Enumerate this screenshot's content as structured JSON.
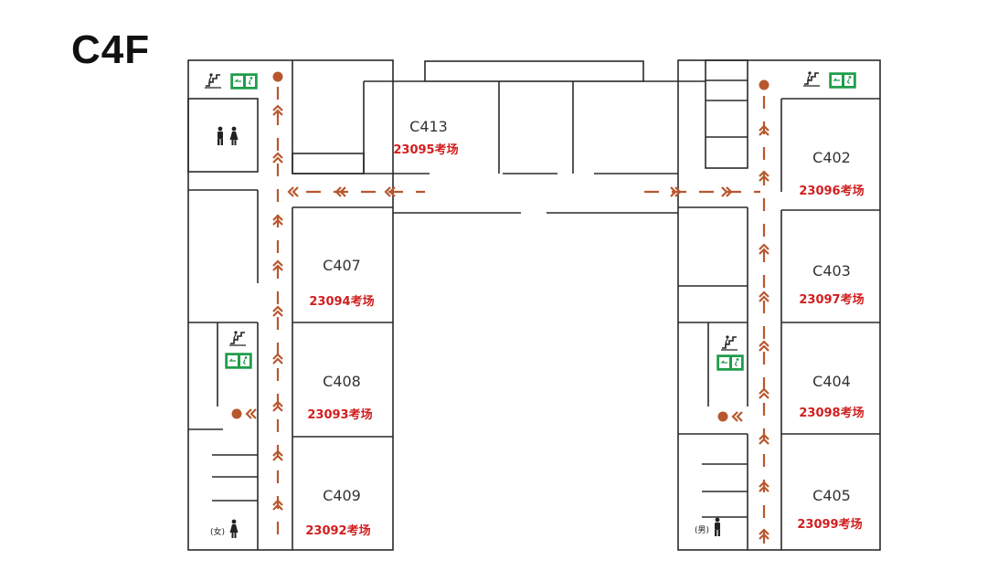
{
  "floor": {
    "title": "C4F"
  },
  "rooms": [
    {
      "id": "c413",
      "name": "C413",
      "label": "23095考场"
    },
    {
      "id": "c402",
      "name": "C402",
      "label": "23096考场"
    },
    {
      "id": "c407",
      "name": "C407",
      "label": "23094考场"
    },
    {
      "id": "c403",
      "name": "C403",
      "label": "23097考场"
    },
    {
      "id": "c408",
      "name": "C408",
      "label": "23093考场"
    },
    {
      "id": "c404",
      "name": "C404",
      "label": "23098考场"
    },
    {
      "id": "c409",
      "name": "C409",
      "label": "23092考场"
    },
    {
      "id": "c405",
      "name": "C405",
      "label": "23099考场"
    }
  ],
  "restrooms": {
    "women_label": "(女)",
    "men_label": "(男)"
  },
  "colors": {
    "route": "#b8572e",
    "label": "#d21e1e",
    "exit_sign": "#1f9d4a",
    "wall": "#2a2a2a"
  },
  "icons": [
    "stairs-icon",
    "emergency-exit-icon",
    "restroom-icon",
    "female-icon",
    "male-icon",
    "exit-point-icon"
  ]
}
